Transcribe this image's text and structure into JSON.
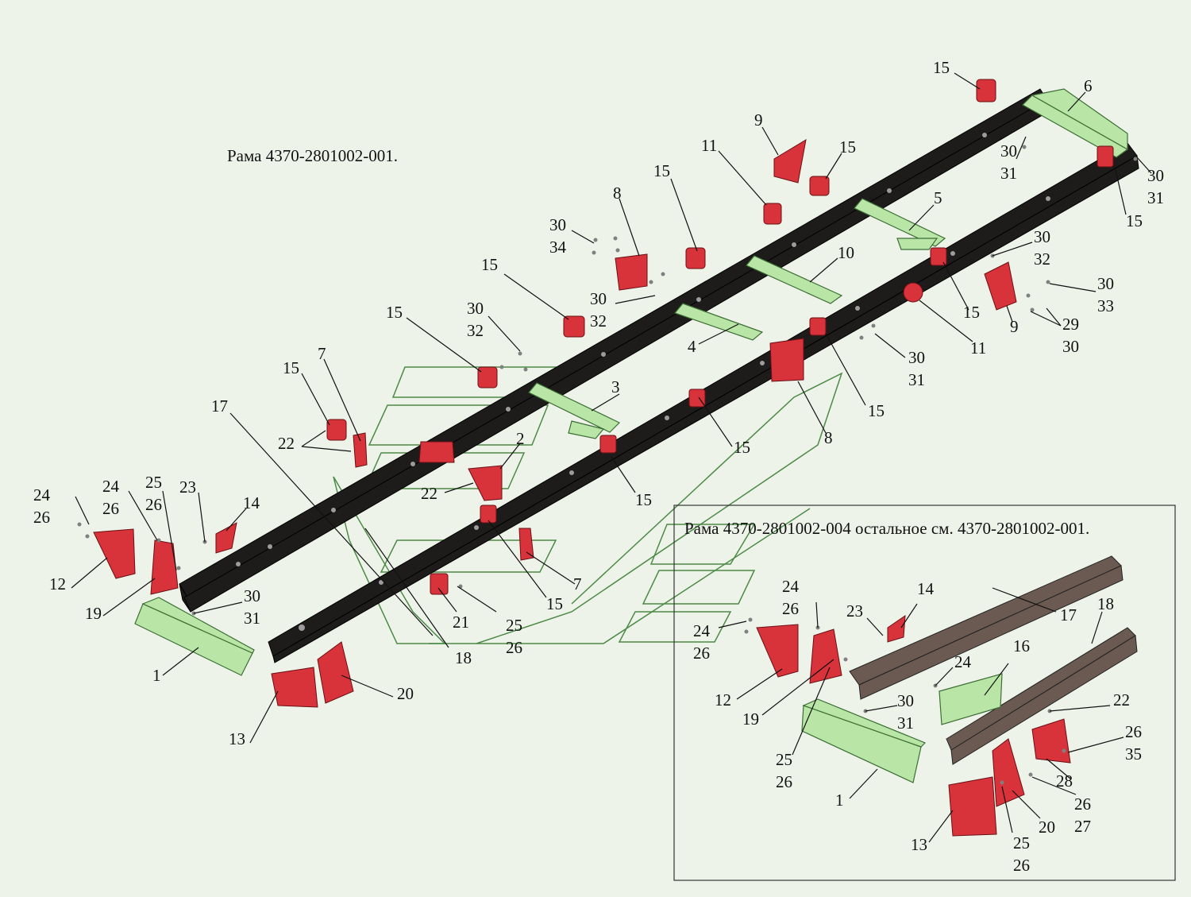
{
  "main_title": "Рама 4370-2801002-001.",
  "inset_title": "Рама 4370-2801002-004 остальное см. 4370-2801002-001.",
  "colors": {
    "frame_rail": "#1e1b1b",
    "crossmember": "#b9e6a6",
    "bracket": "#d8323a",
    "ghost_outline": "#4d8a47",
    "background": "#eef3e9"
  },
  "callouts": {
    "c01": "15",
    "c02": "6",
    "c03": "9",
    "c04": "11",
    "c05": "15",
    "c06": "30",
    "c07": "31",
    "c08": "30",
    "c09": "31",
    "c10": "15",
    "c11": "8",
    "c12": "15",
    "c13": "30",
    "c14": "34",
    "c15": "5",
    "c16": "30",
    "c17": "32",
    "c18": "10",
    "c19": "30",
    "c20": "33",
    "c21": "15",
    "c22": "30",
    "c23": "32",
    "c24": "15",
    "c25": "9",
    "c26": "11",
    "c27": "29",
    "c28": "30",
    "c29": "30",
    "c30": "32",
    "c31": "4",
    "c32": "15",
    "c33": "30",
    "c34": "31",
    "c35": "3",
    "c36": "15",
    "c37": "7",
    "c38": "17",
    "c39": "15",
    "c40": "8",
    "c41": "22",
    "c42": "2",
    "c43": "15",
    "c44": "22",
    "c45": "15",
    "c46": "24",
    "c47": "26",
    "c48": "24",
    "c49": "26",
    "c50": "25",
    "c51": "26",
    "c52": "23",
    "c53": "14",
    "c54": "12",
    "c55": "19",
    "c56": "30",
    "c57": "31",
    "c58": "15",
    "c59": "7",
    "c60": "21",
    "c61": "25",
    "c62": "26",
    "c63": "18",
    "c64": "1",
    "c65": "20",
    "c66": "13",
    "i01": "24",
    "i02": "26",
    "i03": "23",
    "i04": "14",
    "i05": "17",
    "i06": "18",
    "i07": "24",
    "i08": "26",
    "i09": "24",
    "i10": "16",
    "i11": "12",
    "i12": "30",
    "i13": "31",
    "i14": "22",
    "i15": "19",
    "i16": "26",
    "i17": "35",
    "i18": "25",
    "i19": "26",
    "i20": "28",
    "i21": "1",
    "i22": "26",
    "i23": "27",
    "i24": "20",
    "i25": "13",
    "i26": "25",
    "i27": "26"
  }
}
